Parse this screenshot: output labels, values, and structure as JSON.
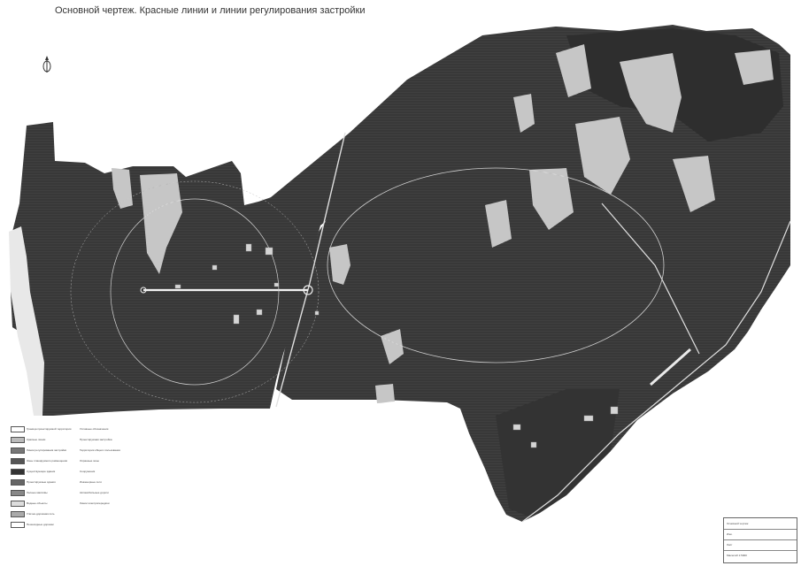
{
  "title": "Основной чертеж. Красные линии и линии регулирования застройки",
  "north_arrow_icon": "north-arrow-icon",
  "colors": {
    "territory": "#3f3f3f",
    "territory_dark": "#2c2c2c",
    "forest_light": "#cfcfcf",
    "red_line": "#ffffff",
    "background": "#ffffff"
  },
  "legend": {
    "left_col": [
      "Граница проектируемой территории",
      "Красные линии",
      "Линии регулирования застройки",
      "Зоны планируемого размещения",
      "Существующие здания",
      "Проектируемые здания",
      "Лесные массивы",
      "Водные объекты",
      "Улично-дорожная сеть",
      "Пешеходные дорожки"
    ],
    "mid_col": [
      "Условные обозначения",
      "Проектируемая застройка",
      "Территория общего пользования",
      "Охранные зоны",
      "Сооружения",
      "Инженерные сети",
      "Автомобильные дороги",
      "Линии электропередачи"
    ]
  },
  "stamp": {
    "rows": [
      "Основной чертеж",
      "Изм.",
      "Лист",
      "Масштаб 1:5000"
    ]
  }
}
